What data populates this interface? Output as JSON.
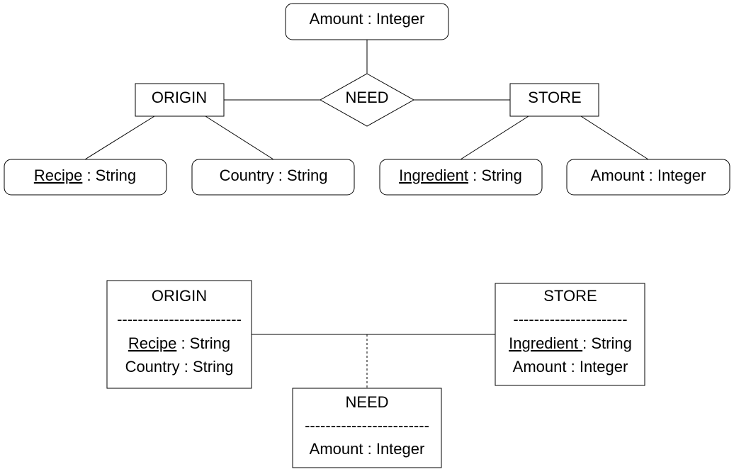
{
  "er_diagram": {
    "relationship": {
      "name": "NEED"
    },
    "relationship_attribute": {
      "name": "Amount",
      "sep": " : ",
      "type": "Integer"
    },
    "entities": {
      "origin": {
        "name": "ORIGIN",
        "attributes": [
          {
            "name": "Recipe",
            "sep": " : ",
            "type": "String",
            "key": true
          },
          {
            "name": "Country",
            "sep": " : ",
            "type": "String",
            "key": false
          }
        ]
      },
      "store": {
        "name": "STORE",
        "attributes": [
          {
            "name": "Ingredient",
            "sep": " : ",
            "type": "String",
            "key": true
          },
          {
            "name": "Amount",
            "sep": " : ",
            "type": "Integer",
            "key": false
          }
        ]
      }
    }
  },
  "class_diagram": {
    "classes": {
      "origin": {
        "name": "ORIGIN",
        "separator": "------------------------",
        "attributes": [
          {
            "name": "Recipe",
            "sep": " : ",
            "type": "String",
            "key": true
          },
          {
            "name": "Country",
            "sep": " : ",
            "type": "String",
            "key": false
          }
        ]
      },
      "store": {
        "name": "STORE",
        "separator": "----------------------",
        "attributes": [
          {
            "name": "Ingredient ",
            "sep": ": ",
            "type": "String",
            "key": true
          },
          {
            "name": "Amount",
            "sep": " : ",
            "type": "Integer",
            "key": false
          }
        ]
      },
      "need": {
        "name": "NEED",
        "separator": "------------------------",
        "attributes": [
          {
            "name": "Amount",
            "sep": " : ",
            "type": "Integer",
            "key": false
          }
        ]
      }
    }
  }
}
